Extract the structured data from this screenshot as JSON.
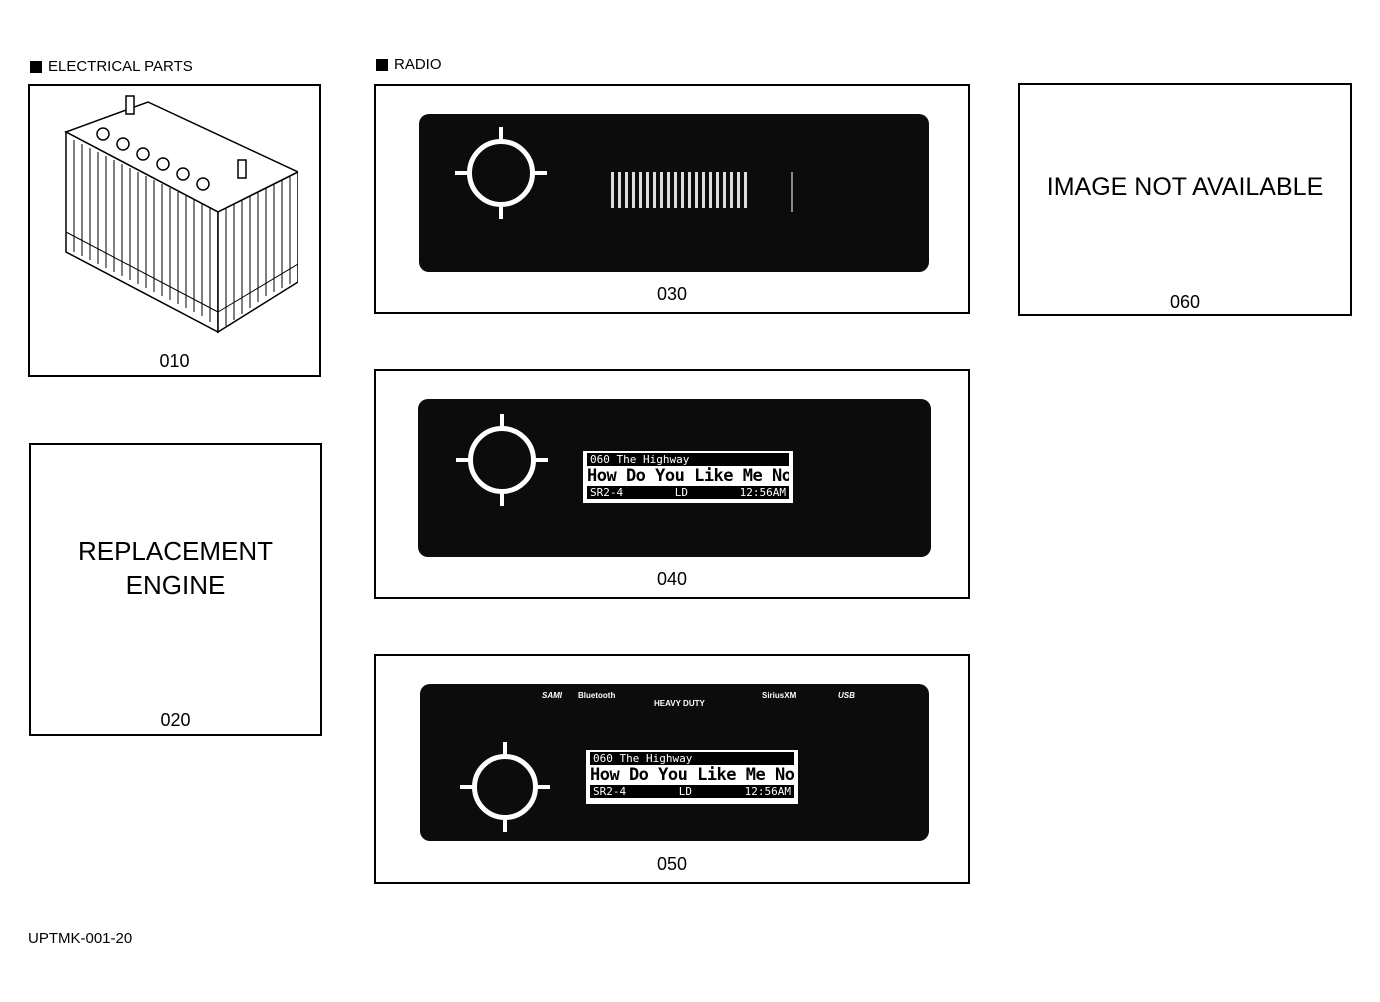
{
  "sections": {
    "electrical": "ELECTRICAL PARTS",
    "radio": "RADIO"
  },
  "parts": {
    "p010": {
      "code": "010",
      "icon": "battery-icon"
    },
    "p020": {
      "code": "020",
      "line1": "REPLACEMENT",
      "line2": "ENGINE"
    },
    "p030": {
      "code": "030",
      "icon": "radio-icon"
    },
    "p040": {
      "code": "040",
      "lcd_top": "060 The Highway",
      "lcd_main": "How Do You Like Me Now",
      "lcd_left": "SR2-4",
      "lcd_badge": "LD",
      "lcd_time": "12:56AM"
    },
    "p050": {
      "code": "050",
      "lcd_top": "060 The Highway",
      "lcd_main": "How Do You Like Me Now",
      "lcd_left": "SR2-4",
      "lcd_badge": "LD",
      "lcd_time": "12:56AM",
      "brand_sami": "SAMI",
      "brand_bt": "Bluetooth",
      "brand_heavy": "HEAVY DUTY",
      "brand_siriusxm": "SiriusXM",
      "brand_usb": "USB"
    },
    "p060": {
      "code": "060",
      "text": "IMAGE NOT AVAILABLE"
    }
  },
  "footer": "UPTMK-001-20"
}
